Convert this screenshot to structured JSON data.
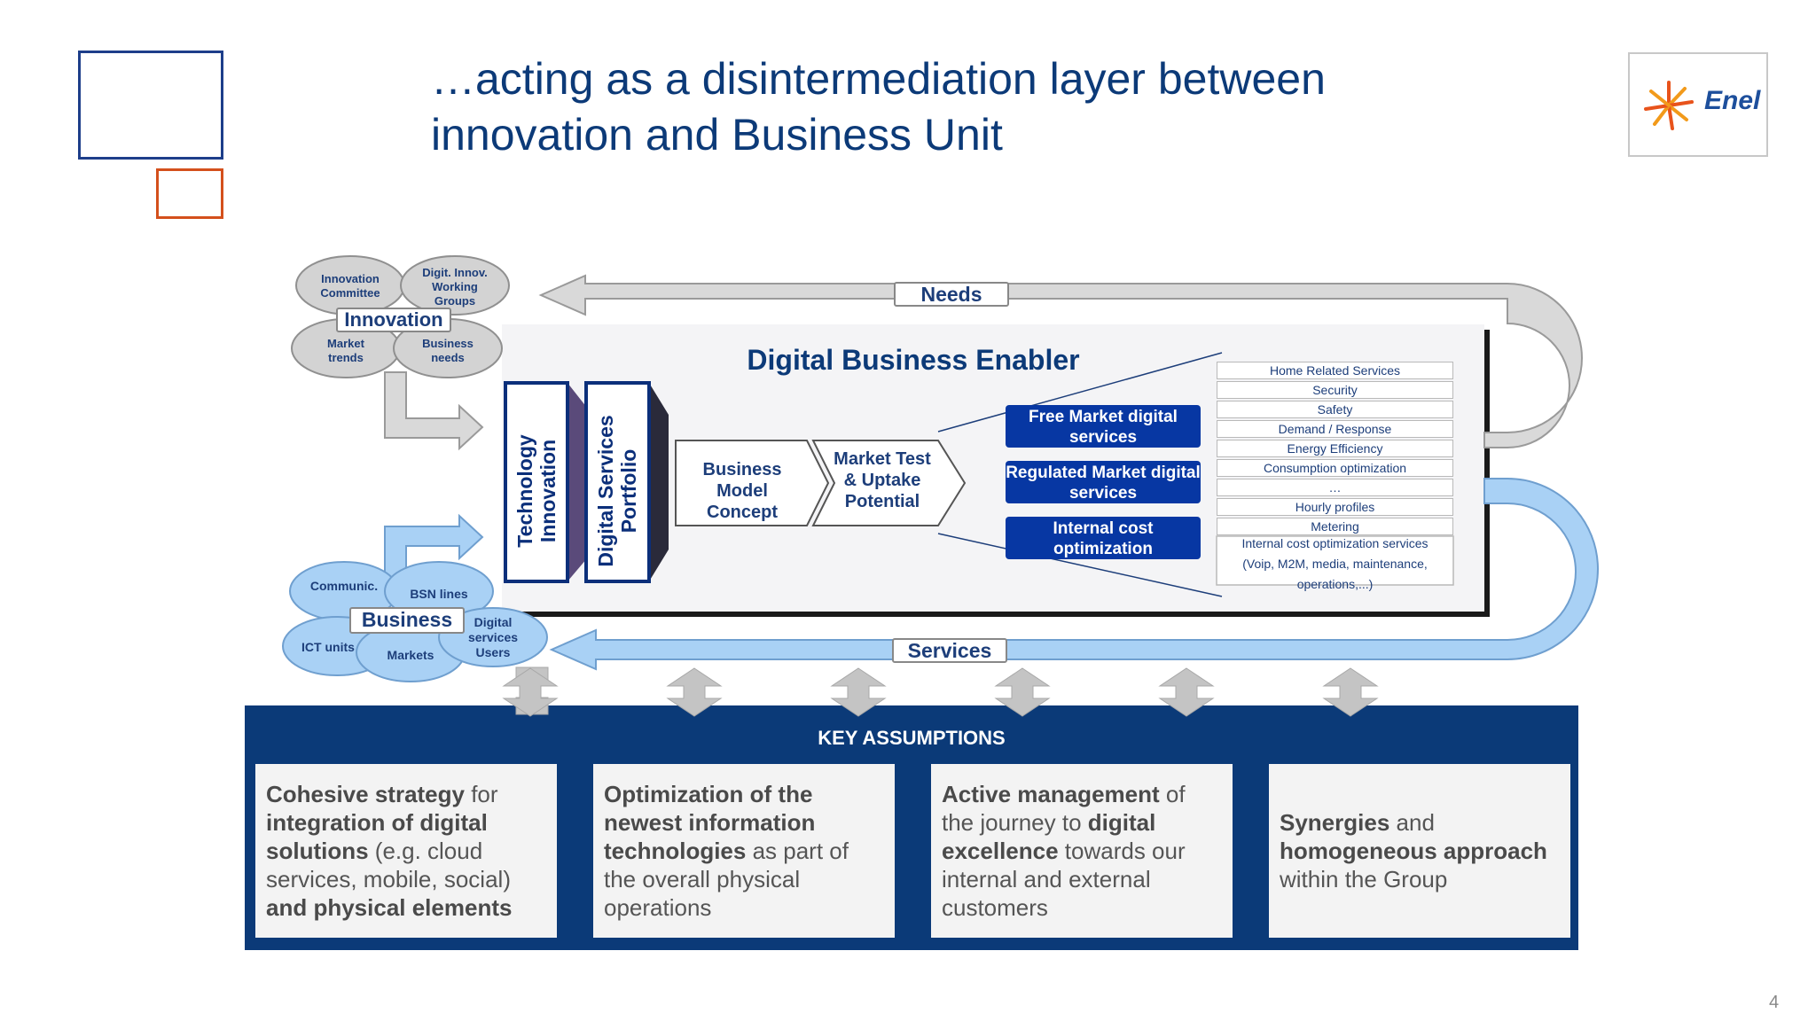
{
  "slide": {
    "title_line1": "…acting as a disintermediation layer between",
    "title_line2": "innovation and Business Unit",
    "page_number": "4",
    "logo_text": "Enel"
  },
  "diagram": {
    "innovation": {
      "label": "Innovation",
      "bubbles": [
        "Innovation Committee",
        "Digit. Innov. Working Groups",
        "Market trends",
        "Business needs"
      ]
    },
    "business": {
      "label": "Business",
      "bubbles": [
        "Communic.",
        "BSN lines",
        "ICT units",
        "Markets",
        "Digital services Users"
      ]
    },
    "needs_label": "Needs",
    "services_label": "Services",
    "enabler_title": "Digital Business Enabler",
    "tech_innovation": "Technology Innovation",
    "digital_portfolio": "Digital Services Portfolio",
    "business_model": "Business Model Concept",
    "market_test": "Market Test & Uptake Potential",
    "service_buttons": [
      "Free Market digital services",
      "Regulated Market digital services",
      "Internal cost optimization"
    ],
    "service_list": [
      "Home Related Services",
      "Security",
      "Safety",
      "Demand / Response",
      "Energy Efficiency",
      "Consumption optimization",
      "…",
      "Hourly profiles",
      "Metering"
    ],
    "internal_services": [
      "Internal cost optimization services",
      "(Voip, M2M, media, maintenance,",
      "operations,...)"
    ]
  },
  "key_assumptions": {
    "title": "KEY ASSUMPTIONS",
    "box1": {
      "b1": "Cohesive strategy",
      "t1": " for ",
      "b2": "integration of digital solutions",
      "t2": " (e.g. cloud services, mobile, social) ",
      "b3": "and physical elements"
    },
    "box2": {
      "b1": "Optimization of the newest information technologies",
      "t1": " as part of the overall physical operations"
    },
    "box3": {
      "b1": "Active management",
      "t1": " of the journey to ",
      "b2": "digital excellence",
      "t2": " towards our internal and external customers"
    },
    "box4": {
      "b1": "Synergies",
      "t1": " and ",
      "b2": "homogeneous approach",
      "t2": " within the Group"
    }
  },
  "colors": {
    "title_blue": "#0c3a78",
    "navy_band": "#0b3a78",
    "button_blue": "#0737a3",
    "light_blue": "#a9d1f5",
    "outline_blue": "#1d3e8a",
    "accent_orange": "#d4501c"
  }
}
